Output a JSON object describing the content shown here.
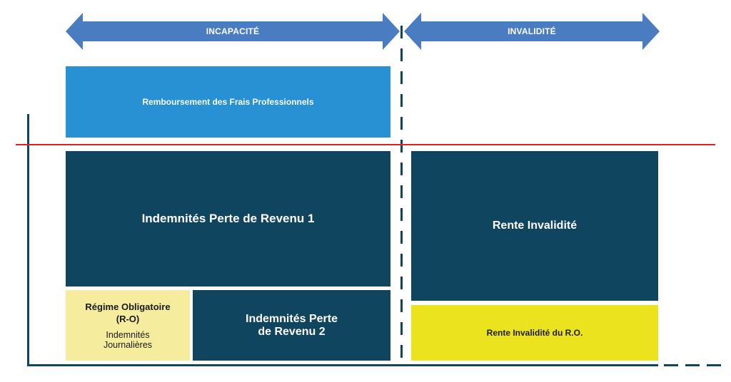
{
  "arrows": {
    "left_label": "INCAPACITÉ",
    "right_label": "INVALIDITÉ",
    "color": "#4a7cc2"
  },
  "boxes": {
    "frais": "Remboursement des Frais Professionnels",
    "ipr1": "Indemnités Perte de Revenu 1",
    "ro_title_line1": "Régime Obligatoire",
    "ro_title_line2": "(R-O)",
    "ro_sub_line1": "Indemnités",
    "ro_sub_line2": "Journalières",
    "ipr2_line1": "Indemnités Perte",
    "ipr2_line2": "de Revenu 2",
    "rente": "Rente Invalidité",
    "rente_ro": "Rente Invalidité du R.O."
  },
  "colors": {
    "navy": "#10455f",
    "light_blue": "#2791d3",
    "pale_yellow": "#f6ec9e",
    "yellow": "#ebe31e",
    "red_line": "#e02020"
  }
}
